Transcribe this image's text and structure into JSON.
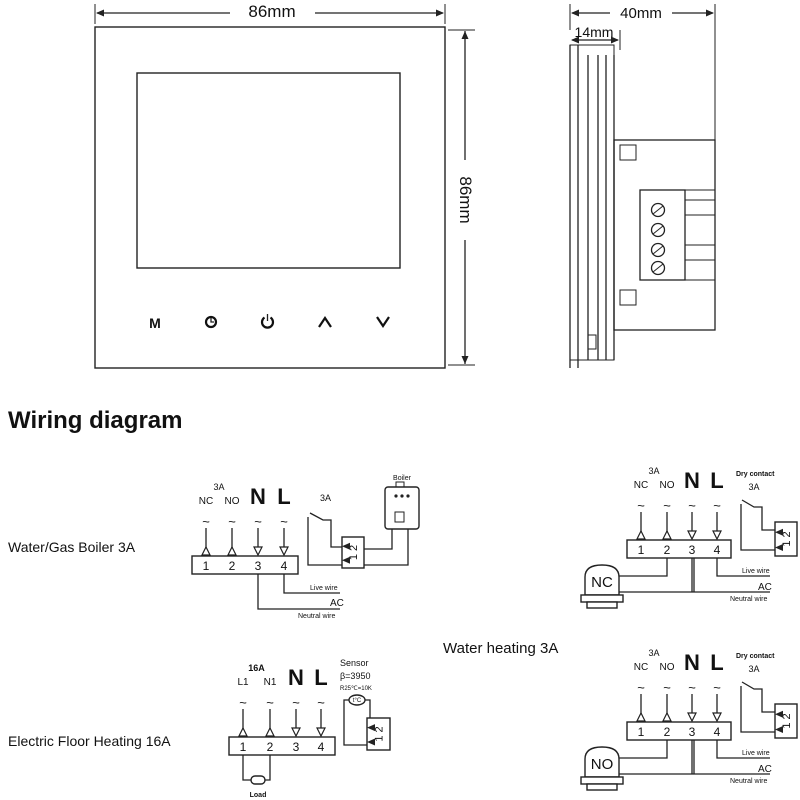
{
  "front_view": {
    "width_label": "86mm",
    "height_label": "86mm",
    "buttons": [
      {
        "label": "M",
        "icon": "mode-icon"
      },
      {
        "label": "",
        "icon": "clock-icon"
      },
      {
        "label": "",
        "icon": "power-icon"
      },
      {
        "label": "",
        "icon": "chevron-up-icon"
      },
      {
        "label": "",
        "icon": "chevron-down-icon"
      }
    ]
  },
  "side_view": {
    "depth_label": "40mm",
    "front_depth_label": "14mm"
  },
  "wiring_title": "Wiring diagram",
  "diagrams": {
    "boiler": {
      "title": "Water/Gas Boiler 3A",
      "terminals": [
        "1",
        "2",
        "3",
        "4"
      ],
      "terminal_labels": [
        "NC",
        "NO",
        "N",
        "L"
      ],
      "rating": "3A",
      "relay_rating": "3A",
      "device": "Boiler",
      "relay_terminals": "1 2",
      "live": "Live wire",
      "ac": "AC",
      "neutral": "Neutral wire"
    },
    "water_nc": {
      "terminals": [
        "1",
        "2",
        "3",
        "4"
      ],
      "terminal_labels": [
        "NC",
        "NO",
        "N",
        "L"
      ],
      "rating": "3A",
      "dry_contact": "Dry contact",
      "relay_rating": "3A",
      "relay_terminals": "1 2",
      "valve": "NC",
      "live": "Live wire",
      "ac": "AC",
      "neutral": "Neutral wire"
    },
    "water_heating_title": "Water heating 3A",
    "water_no": {
      "terminals": [
        "1",
        "2",
        "3",
        "4"
      ],
      "terminal_labels": [
        "NC",
        "NO",
        "N",
        "L"
      ],
      "rating": "3A",
      "dry_contact": "Dry contact",
      "relay_rating": "3A",
      "relay_terminals": "1 2",
      "valve": "NO",
      "live": "Live wire",
      "ac": "AC",
      "neutral": "Neutral wire"
    },
    "floor": {
      "title": "Electric  Floor Heating 16A",
      "terminals": [
        "1",
        "2",
        "3",
        "4"
      ],
      "terminal_labels": [
        "L1",
        "N1",
        "N",
        "L"
      ],
      "rating": "16A",
      "sensor": "Sensor",
      "beta": "β=3950",
      "resistance": "R25℃=10K",
      "sensor_symbol": "t°C",
      "relay_terminals": "1 2",
      "load": "Load"
    }
  }
}
